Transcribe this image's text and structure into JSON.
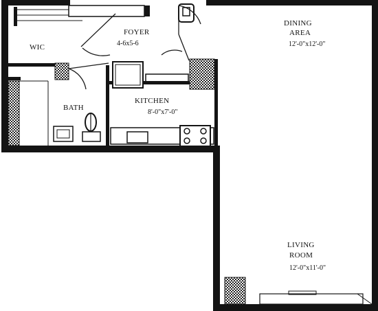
{
  "plan": {
    "background": "#ffffff",
    "ink": "#141414",
    "rooms": [
      {
        "key": "dining",
        "name_line1": "DINING",
        "name_line2": "AREA",
        "dims": "12'-0\"x12'-0\""
      },
      {
        "key": "foyer",
        "name_line1": "FOYER",
        "dims": "4-6x5-6"
      },
      {
        "key": "wic",
        "name_line1": "WIC"
      },
      {
        "key": "bath",
        "name_line1": "BATH"
      },
      {
        "key": "kitchen",
        "name_line1": "KITCHEN",
        "dims": "8'-0\"x7'-0\""
      },
      {
        "key": "living",
        "name_line1": "LIVING",
        "name_line2": "ROOM",
        "dims": "12'-0\"x11'-0\""
      }
    ]
  }
}
